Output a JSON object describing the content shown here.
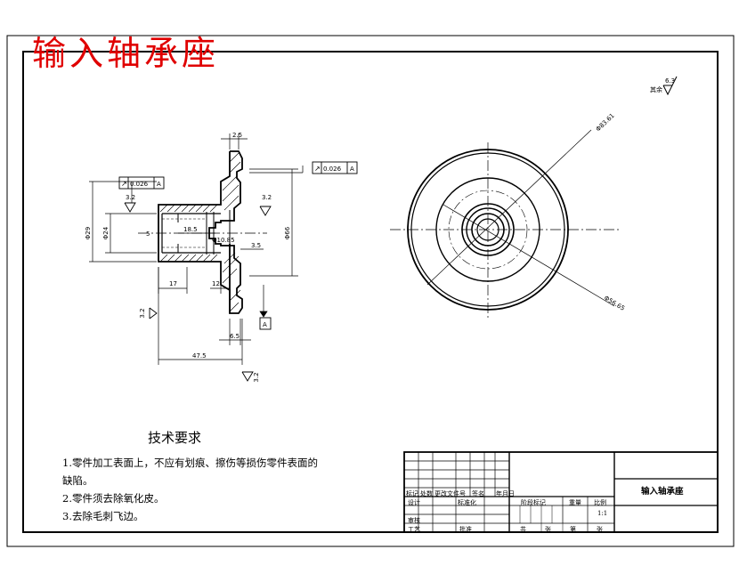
{
  "drawing": {
    "title": "输入轴承座",
    "roughness_default": {
      "label": "其余",
      "value": "6.3"
    },
    "dimensions": {
      "d_flange_thk": "2.5",
      "d_groove": "3.2",
      "d_ra_left": "3.2",
      "d_phi29": "Φ29",
      "d_phi24": "Φ24",
      "d_5": "5",
      "d_18_5": "18.5",
      "d_phi10_85": "Φ10.85",
      "d_3_5": "3.5",
      "d_phi66": "Φ66",
      "d_17": "17",
      "d_12": "12",
      "d_6_5": "6.5",
      "d_47_5": "47.5",
      "d_ra_bottom_left": "3.2",
      "d_ra_bottom": "3.2",
      "datum": "A",
      "tol_left": "0.026",
      "tol_right": "0.026",
      "tol_datum_left": "A",
      "tol_datum_right": "A",
      "circle_top": "Φ83.61",
      "circle_bottom": "Φ56.65"
    },
    "tech_requirements": {
      "heading": "技术要求",
      "items": [
        "1.零件加工表面上，不应有划痕、擦伤等损伤零件表面的",
        "缺陷。",
        "2.零件须去除氧化皮。",
        "3.去除毛刺飞边。"
      ]
    },
    "title_block": {
      "part_name": "输入轴承座",
      "scale": "1:1",
      "headers_row": [
        "标记",
        "处数",
        "更改文件号",
        "签名",
        "年月日"
      ],
      "design": "设计",
      "standardize": "标准化",
      "review": "审核",
      "process": "工艺",
      "approve": "批准",
      "stage_mark": "阶段标记",
      "weight": "重量",
      "scale_label": "比例",
      "sheets_total": "共",
      "sheet_label": "张",
      "sheet_no": "第",
      "sheet_unit": "张"
    }
  }
}
